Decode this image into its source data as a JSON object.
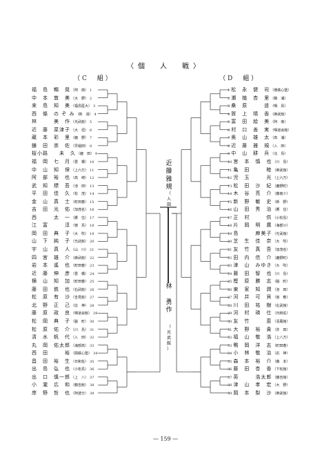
{
  "header": {
    "title": "〈個　人　戦〉",
    "left_group": "（C　組）",
    "right_group": "（D　組）"
  },
  "c_group": [
    {
      "no": "1",
      "name": "福　島　暢　晃",
      "aff": "（阿　南）"
    },
    {
      "no": "2",
      "name": "中　本　敦　美",
      "aff": "（大　野）"
    },
    {
      "no": "3",
      "name": "来　島　知　美",
      "aff": "（福島医大）"
    },
    {
      "no": "4",
      "name": "西　條　の ぞ み",
      "aff": "（新　潟）"
    },
    {
      "no": "5",
      "name": "林　　　美　作",
      "aff": "（光武館）"
    },
    {
      "no": "6",
      "name": "近　藤　菜津子",
      "aff": "（大　垣）"
    },
    {
      "no": "7",
      "name": "蔵　本　彩　里",
      "aff": "（鹿　野）"
    },
    {
      "no": "8",
      "name": "鎌　田　崇　佐",
      "aff": "（早稲田）"
    },
    {
      "no": "9",
      "name": "桜小路　　未　久",
      "aff": "（鹿　田）"
    },
    {
      "no": "10",
      "name": "福　岡　七　月",
      "aff": "（豊　橋）"
    },
    {
      "no": "11",
      "name": "中　山　知　保",
      "aff": "（上六万）"
    },
    {
      "no": "12",
      "name": "阿　部　裕　也",
      "aff": "（高　崎）"
    },
    {
      "no": "13",
      "name": "武　知　標　吾",
      "aff": "（池　田）"
    },
    {
      "no": "14",
      "name": "平　田　佳　久",
      "aff": "（松　茂）"
    },
    {
      "no": "15",
      "name": "金　山　真　士",
      "aff": "（町田春）"
    },
    {
      "no": "16",
      "name": "吉　田　光　佑",
      "aff": "（加茂名）"
    },
    {
      "no": "17",
      "name": "西　　　太　一",
      "aff": "（鷹　住）"
    },
    {
      "no": "18",
      "name": "江　富　　　淳",
      "aff": "（徳　島）"
    },
    {
      "no": "19",
      "name": "岡　田　典　子",
      "aff": "（大　吹）"
    },
    {
      "no": "20",
      "name": "山　下　純　子",
      "aff": "（光武館）"
    },
    {
      "no": "21",
      "name": "宇　山　真　人",
      "aff": "（山　川）"
    },
    {
      "no": "22",
      "name": "四　宮　雄　介",
      "aff": "（麻武館）"
    },
    {
      "no": "23",
      "name": "岩　本　遙　也",
      "aff": "（町田春）"
    },
    {
      "no": "24",
      "name": "近　藤　伸　彦",
      "aff": "（豊　橋）"
    },
    {
      "no": "25",
      "name": "横　山　知　加",
      "aff": "（町田春）"
    },
    {
      "no": "26",
      "name": "藤　田　鉄　也",
      "aff": "（右武館）"
    },
    {
      "no": "27",
      "name": "松　原　有　沙",
      "aff": "（吉見館）"
    },
    {
      "no": "28",
      "name": "北　野　正　己",
      "aff": "（応　神）"
    },
    {
      "no": "29",
      "name": "藤　原　政　良",
      "aff": "（鳴道会館）"
    },
    {
      "no": "30",
      "name": "松　岡　典　子",
      "aff": "（脇　町）"
    },
    {
      "no": "31",
      "name": "松　原　佑　介",
      "aff": "（川　島）"
    },
    {
      "no": "32",
      "name": "清　水　帆　代",
      "aff": "（入　田）"
    },
    {
      "no": "33",
      "name": "丸　岡　佑太郎",
      "aff": "（海部高）"
    },
    {
      "no": "34",
      "name": "西　田　　　裕",
      "aff": "（関鉄心塾）"
    },
    {
      "no": "35",
      "name": "昌　田　裕　生",
      "aff": "（日和佐）"
    },
    {
      "no": "36",
      "name": "出　島　弘　也",
      "aff": "（小松島）"
    },
    {
      "no": "37",
      "name": "出　口　慎一郎",
      "aff": "（上　八）"
    },
    {
      "no": "38",
      "name": "小　瀧　広　和",
      "aff": "（鶴吉館）"
    },
    {
      "no": "39",
      "name": "岸　野　哲　也",
      "aff": "（阿波分）"
    }
  ],
  "d_group": [
    {
      "no": "1",
      "name": "松　永　健　司",
      "aff": "（徳鉄心塾）"
    },
    {
      "no": "2",
      "name": "瀬　植　杏　里",
      "aff": "（藤　浦）"
    },
    {
      "no": "3",
      "name": "桑　原　　　遥",
      "aff": "（鳴　鳥）"
    },
    {
      "no": "4",
      "name": "賀　上　晴　香",
      "aff": "（麻武館）"
    },
    {
      "no": "5",
      "name": "富　田　絵　美",
      "aff": "（阿　南）"
    },
    {
      "no": "6",
      "name": "村　口　善　実",
      "aff": "（鳴道会館）"
    },
    {
      "no": "7",
      "name": "奥　山　雄　太",
      "aff": "（高　浦）"
    },
    {
      "no": "8",
      "name": "近　藤　雅　規",
      "aff": "（入　田）"
    },
    {
      "no": "9",
      "name": "中　山　耕　兵",
      "aff": "（北　島）"
    },
    {
      "no": "10",
      "name": "宮　本　慎　也",
      "aff": "（川　島）"
    },
    {
      "no": "11",
      "name": "亀　田　　　睦",
      "aff": "（麻武館）"
    },
    {
      "no": "12",
      "name": "児　玉　　　光",
      "aff": "（上六万）"
    },
    {
      "no": "13",
      "name": "松　田　沙　紀",
      "aff": "（鹿野町）"
    },
    {
      "no": "14",
      "name": "木　谷　亮　介",
      "aff": "（藤南少）"
    },
    {
      "no": "15",
      "name": "新　野　敏　史",
      "aff": "（新　野）"
    },
    {
      "no": "16",
      "name": "山　田　秀　治",
      "aff": "（鷹　住）"
    },
    {
      "no": "17",
      "name": "正　村　　　供",
      "aff": "（小松島）"
    },
    {
      "no": "18",
      "name": "片　岡　明　廣",
      "aff": "（海部川）"
    },
    {
      "no": "19",
      "name": "島　　　麻美子",
      "aff": "（光武館）"
    },
    {
      "no": "20",
      "name": "芝　生　佳　奈",
      "aff": "（大　吹）"
    },
    {
      "no": "21",
      "name": "友　竹　真　吾",
      "aff": "（加茂名）"
    },
    {
      "no": "22",
      "name": "田　内　信　介",
      "aff": "（鹿野町）"
    },
    {
      "no": "23",
      "name": "津　山　みゆき",
      "aff": "（大　吹）"
    },
    {
      "no": "24",
      "name": "藤　田　智　也",
      "aff": "（川　島）"
    },
    {
      "no": "25",
      "name": "樫　原　勝　志",
      "aff": "（脇　町）"
    },
    {
      "no": "26",
      "name": "東　家　知　潤",
      "aff": "（池　田）"
    },
    {
      "no": "27",
      "name": "河　井　可　貝",
      "aff": "（宮　敷）"
    },
    {
      "no": "28",
      "name": "川　田　祐　樹",
      "aff": "（右武館）"
    },
    {
      "no": "29",
      "name": "河　村　瑛　仕",
      "aff": "（日和佐）"
    },
    {
      "no": "30",
      "name": "友　竹　　　恵",
      "aff": "（清風館）"
    },
    {
      "no": "31",
      "name": "大　野　裕　貴",
      "aff": "（井　田）"
    },
    {
      "no": "32",
      "name": "福　山　敬　浩",
      "aff": "（上八万）"
    },
    {
      "no": "33",
      "name": "鴨　岡　洋　志",
      "aff": "（町田春）"
    },
    {
      "no": "34",
      "name": "小　林　敬　治",
      "aff": "（応　神）"
    },
    {
      "no": "35",
      "name": "森　本　裕　介",
      "aff": "（藤　本）"
    },
    {
      "no": "36",
      "name": "藤　田　杏　香",
      "aff": "（下松館）"
    },
    {
      "no": "37",
      "name": "英　　　浩太郎",
      "aff": "（鶴吉館）"
    },
    {
      "no": "38",
      "name": "津　山　孝　宏",
      "aff": "（大　野）"
    },
    {
      "no": "39",
      "name": "岡　本　梨　沙",
      "aff": "（麻武館）"
    }
  ],
  "finalists": {
    "upper_name": [
      "近",
      "藤",
      "雅",
      "規"
    ],
    "upper_aff": [
      "（",
      "入",
      "田",
      "）"
    ],
    "lower_name": [
      "林",
      "",
      "勇",
      "作"
    ],
    "lower_aff": [
      "（",
      "光",
      "武",
      "館",
      "）"
    ]
  },
  "page_number": "— 159 —"
}
